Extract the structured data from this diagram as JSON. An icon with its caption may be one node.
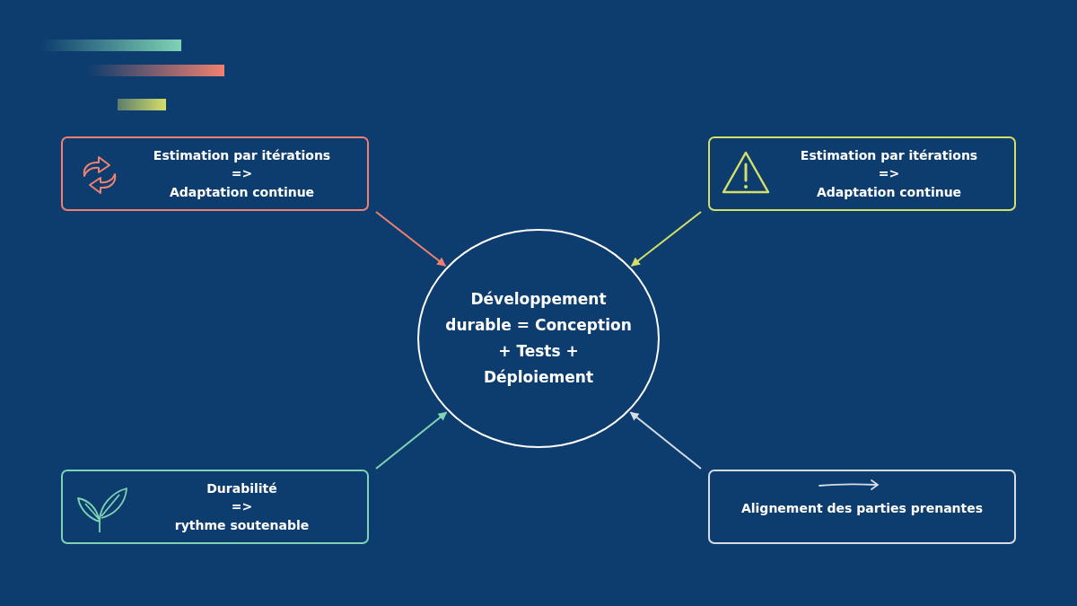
{
  "diagram": {
    "nodes": [
      {
        "text": [
          "Estimation par itérations",
          "=>",
          "Adaptation continue"
        ]
      },
      {
        "text": [
          "Estimation par itérations",
          "=>",
          "Adaptation continue"
        ]
      },
      {
        "text": [
          "Développement durable = Conception + Tests + Déploiement"
        ]
      },
      {
        "text": [
          "Durabilité",
          "=>",
          "rythme soutenable"
        ]
      },
      {
        "text": [
          "Alignement des parties prenantes"
        ]
      }
    ],
    "edges": [
      {
        "from": 0,
        "to": 2,
        "arrow": "to",
        "color": "#f0806f"
      },
      {
        "from": 1,
        "to": 2,
        "arrow": "to",
        "color": "#d5df68"
      },
      {
        "from": 3,
        "to": 2,
        "arrow": "to",
        "color": "#7fd3b4"
      },
      {
        "from": 4,
        "to": 2,
        "arrow": "to",
        "color": "#d6dbe4"
      }
    ]
  }
}
